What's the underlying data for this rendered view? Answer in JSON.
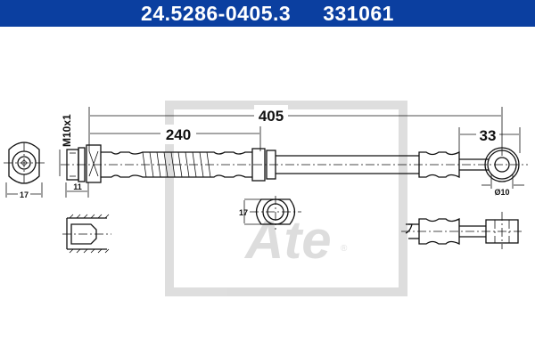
{
  "header": {
    "part_number": "24.5286-0405.3",
    "ref_number": "331061",
    "background_color": "#0b3fa0"
  },
  "drawing": {
    "dimensions": {
      "total_length": "405",
      "hose_length": "240",
      "banjo_offset": "33",
      "thread": "M10x1",
      "thread_length": "11",
      "end_width": "17",
      "mid_fitting_width": "17",
      "banjo_bore": "Ø10"
    },
    "watermark": {
      "logo": "Ate",
      "registered": "®"
    }
  }
}
